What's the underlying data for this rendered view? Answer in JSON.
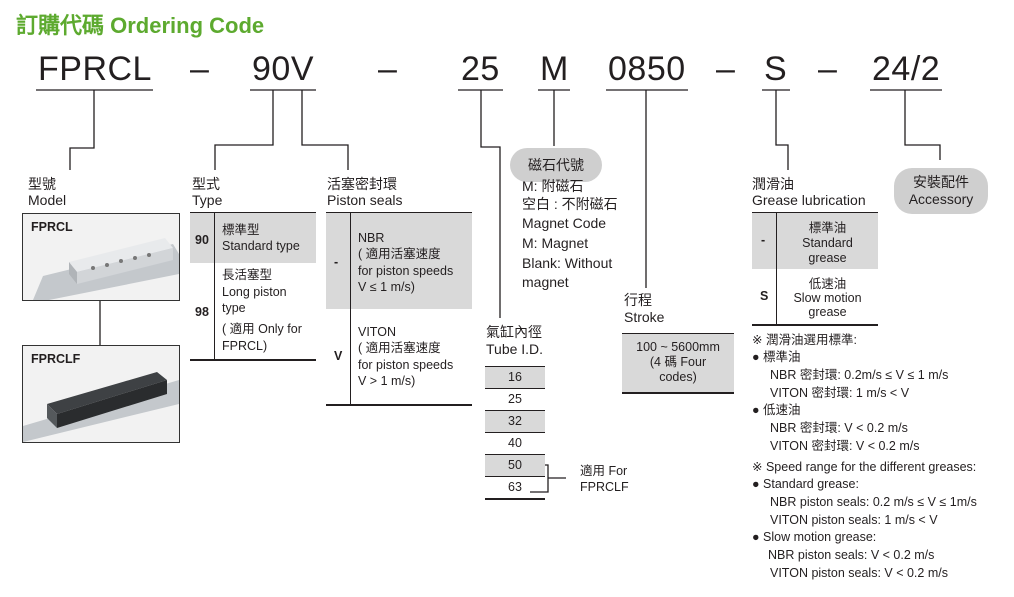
{
  "title": "訂購代碼 Ordering Code",
  "code": {
    "model": "FPRCL",
    "dash": "–",
    "type": "90V",
    "bore": "25",
    "magnet": "M",
    "stroke": "0850",
    "grease": "S",
    "accessory": "24/2"
  },
  "model": {
    "label_cn": "型號",
    "label_en": "Model",
    "variants": [
      "FPRCL",
      "FPRCLF"
    ]
  },
  "type": {
    "label_cn": "型式",
    "label_en": "Type",
    "rows": [
      {
        "code": "90",
        "lines": [
          "標準型",
          "Standard type"
        ]
      },
      {
        "code": "98",
        "lines": [
          "長活塞型",
          "Long piston",
          "type",
          "( 適用 Only for",
          "FPRCL)"
        ]
      }
    ]
  },
  "piston_seals": {
    "label_cn": "活塞密封環",
    "label_en": "Piston seals",
    "rows": [
      {
        "code": "-",
        "lines": [
          "NBR",
          "( 適用活塞速度",
          "for piston speeds",
          "V ≤ 1 m/s)"
        ]
      },
      {
        "code": "V",
        "lines": [
          "VITON",
          "( 適用活塞速度",
          "for piston speeds",
          "V > 1 m/s)"
        ]
      }
    ]
  },
  "tube_id": {
    "label_cn": "氣缸內徑",
    "label_en": "Tube I.D.",
    "values": [
      "16",
      "25",
      "32",
      "40",
      "50",
      "63"
    ],
    "note_cn": "適用 For",
    "note_en": "FPRCLF"
  },
  "magnet": {
    "bubble": "磁石代號",
    "lines": [
      "M: 附磁石",
      "空白 : 不附磁石",
      "Magnet Code",
      "M:  Magnet",
      "Blank: Without",
      "magnet"
    ]
  },
  "stroke": {
    "label_cn": "行程",
    "label_en": "Stroke",
    "lines": [
      "100 ~ 5600mm",
      "(4 碼 Four",
      "codes)"
    ]
  },
  "grease": {
    "label_cn": "潤滑油",
    "label_en": "Grease lubrication",
    "rows": [
      {
        "code": "-",
        "lines": [
          "標準油",
          "Standard",
          "grease"
        ]
      },
      {
        "code": "S",
        "lines": [
          "低速油",
          "Slow motion",
          "grease"
        ]
      }
    ]
  },
  "accessory": {
    "lines": [
      "安裝配件",
      "Accessory"
    ]
  },
  "notes": {
    "cn": [
      "※ 潤滑油選用標準:",
      "● 標準油",
      "NBR 密封環: 0.2m/s ≤ V ≤ 1 m/s",
      "VITON 密封環: 1 m/s < V",
      "● 低速油",
      "NBR 密封環: V < 0.2 m/s",
      "VITON 密封環: V < 0.2 m/s"
    ],
    "en": [
      "※ Speed range for the different greases:",
      "● Standard grease:",
      "NBR piston seals: 0.2 m/s ≤ V ≤ 1m/s",
      "VITON piston seals: 1 m/s < V",
      "● Slow motion grease:",
      "NBR  piston seals: V < 0.2 m/s",
      "VITON piston seals: V < 0.2 m/s"
    ]
  }
}
